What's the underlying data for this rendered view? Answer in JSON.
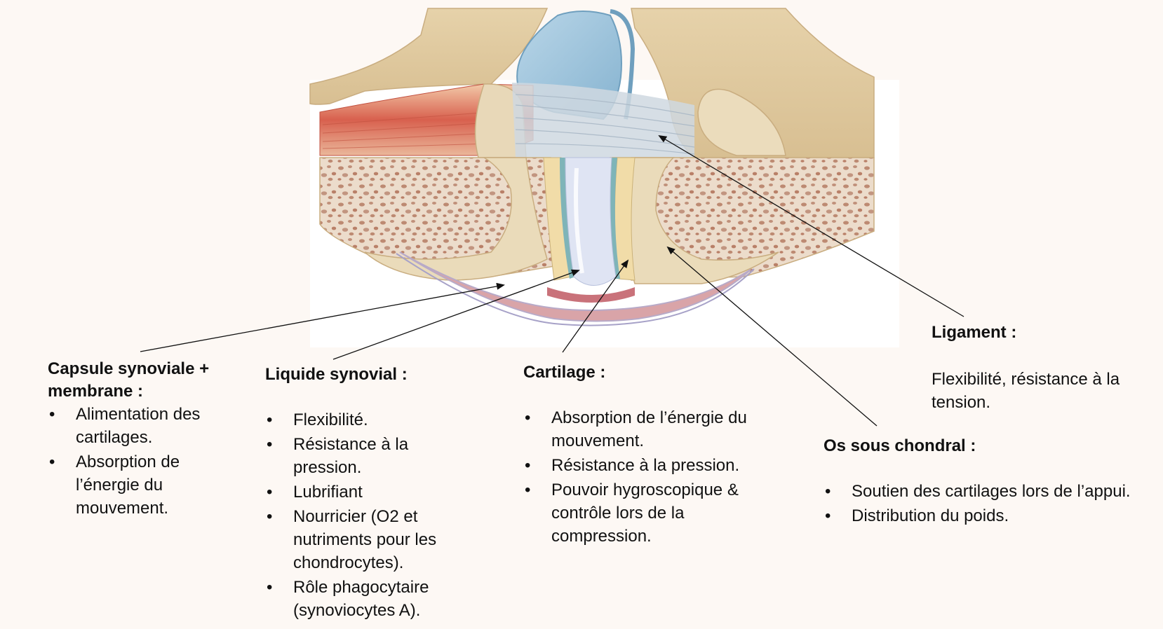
{
  "labels": {
    "capsule": {
      "title": "Capsule synoviale + membrane :",
      "items": [
        "Alimentation des cartilages.",
        "Absorption de l’énergie du mouvement."
      ]
    },
    "liquide": {
      "title": "Liquide synovial :",
      "items": [
        "Flexibilité.",
        "Résistance à la pression.",
        "Lubrifiant",
        "Nourricier (O2 et nutriments pour les chondrocytes).",
        "Rôle phagocytaire (synoviocytes A)."
      ]
    },
    "cartilage": {
      "title": "Cartilage :",
      "items": [
        "Absorption de l’énergie du mouvement.",
        "Résistance à la pression.",
        "Pouvoir hygroscopique & contrôle lors de la compression."
      ]
    },
    "os": {
      "title": "Os sous chondral :",
      "items": [
        "Soutien des cartilages lors de l’appui.",
        "Distribution du poids."
      ]
    },
    "ligament": {
      "title": "Ligament :",
      "text": "Flexibilité, résistance à la tension."
    }
  },
  "colors": {
    "background": "#fdf8f4",
    "bone_outer": "#e8d6b0",
    "bone_spongy": "#ead8c6",
    "bone_spots": "#b9826a",
    "cartilage": "#f1dca8",
    "synovial_fluid": "#dde3f2",
    "membrane": "#7fb4b8",
    "capsule": "#d9a4a8",
    "ligament": "#c9d4dc",
    "muscle": "#d96a5a",
    "meniscus": "#9fc4dc"
  }
}
